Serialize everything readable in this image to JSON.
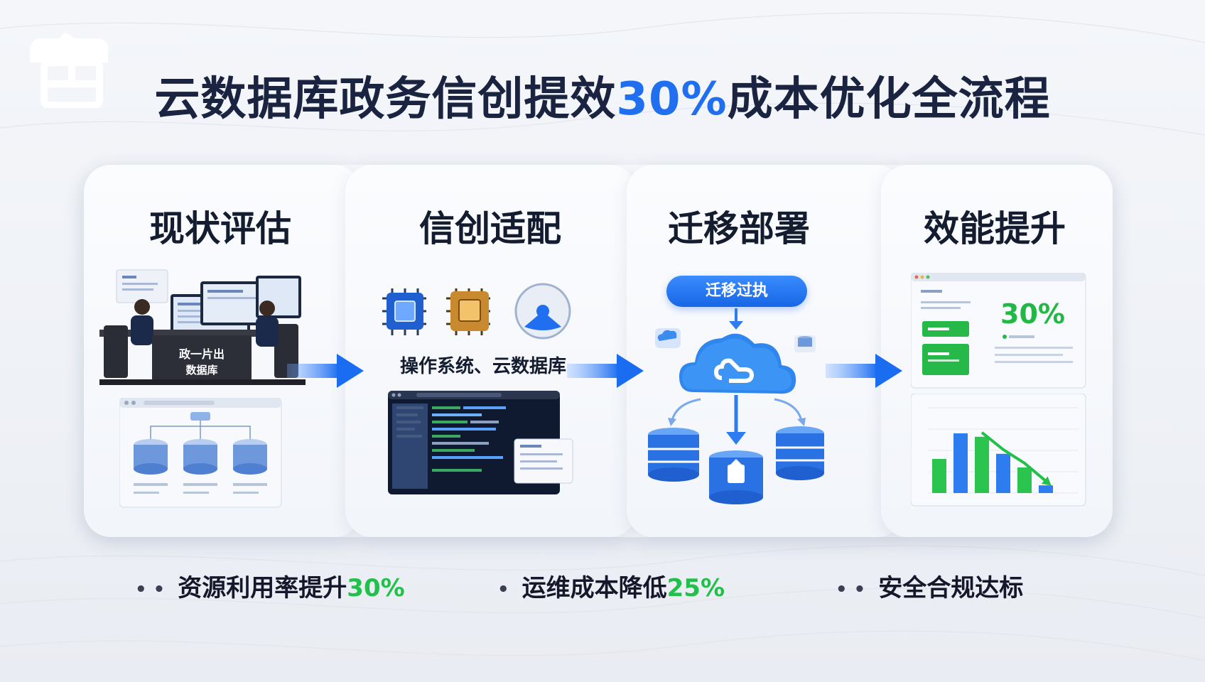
{
  "title": {
    "prefix": "云数据库政务信创提效",
    "highlight": "30%",
    "suffix": "成本优化全流程"
  },
  "steps": [
    {
      "title": "现状评估",
      "sign_line1": "政一片出",
      "sign_line2": "数据库"
    },
    {
      "title": "信创适配",
      "label": "操作系统、云数据库"
    },
    {
      "title": "迁移部署",
      "pill": "迁移过执"
    },
    {
      "title": "效能提升",
      "metric": "30%"
    }
  ],
  "bullets": [
    {
      "text": "资源利用率提升",
      "value": "30%"
    },
    {
      "text": "运维成本降低",
      "value": "25%"
    },
    {
      "text": "安全合规达标",
      "value": ""
    }
  ],
  "chart_data": {
    "type": "bar",
    "values": [
      0.4,
      0.7,
      0.66,
      0.46,
      0.3,
      0.09
    ],
    "trend": "decreasing"
  },
  "colors": {
    "accent_blue": "#1f6ff0",
    "accent_green": "#22c04a",
    "title": "#1a2440"
  }
}
